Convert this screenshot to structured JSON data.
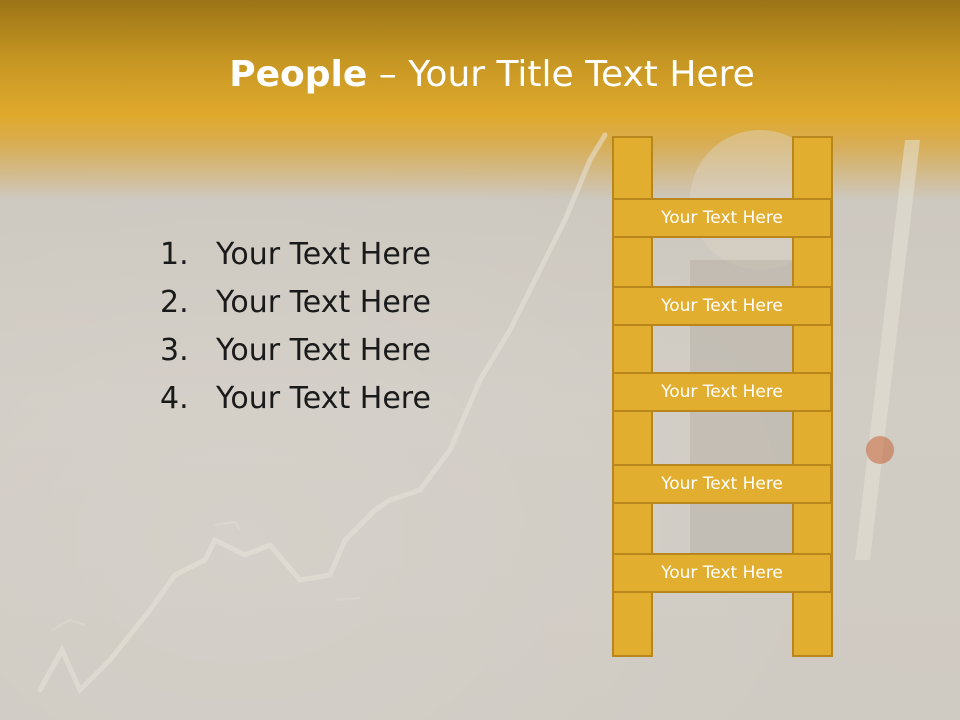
{
  "slide": {
    "title_bold": "People",
    "title_separator": " – ",
    "title_rest": "Your Title Text Here"
  },
  "list": {
    "items": [
      {
        "number": "1.",
        "text": "Your Text Here"
      },
      {
        "number": "2.",
        "text": "Your Text Here"
      },
      {
        "number": "3.",
        "text": "Your Text Here"
      },
      {
        "number": "4.",
        "text": "Your Text Here"
      }
    ]
  },
  "ladder": {
    "rungs": [
      {
        "label": "Your Text Here"
      },
      {
        "label": "Your Text Here"
      },
      {
        "label": "Your Text Here"
      },
      {
        "label": "Your Text Here"
      },
      {
        "label": "Your Text Here"
      }
    ]
  },
  "colors": {
    "header_gold": "#e0a92c",
    "ladder_fill": "#e2ae2f",
    "ladder_border": "#b8861b",
    "background": "#cdc8c0"
  }
}
